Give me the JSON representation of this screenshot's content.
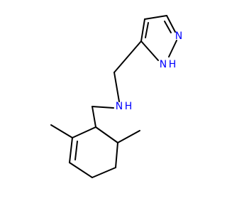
{
  "molecule": {
    "atoms": {
      "n_pyrazole": "N",
      "nh_pyrazole_n": "N",
      "nh_pyrazole_h": "H",
      "amine_n": "N",
      "amine_h": "H"
    },
    "colors": {
      "bond": "#000000",
      "nitrogen": "#0000ff"
    }
  }
}
